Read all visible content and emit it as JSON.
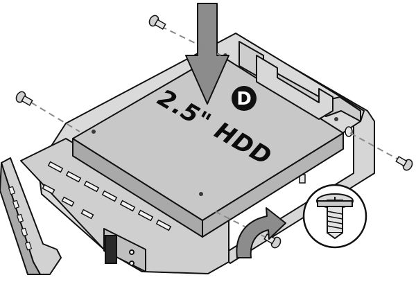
{
  "diagram": {
    "drive_label": "2.5\" HDD",
    "step_letter": "D"
  },
  "colors": {
    "outline": "#111111",
    "tray_fill": "#d9d9d9",
    "tray_shadow": "#a8a8a8",
    "drive_fill": "#c9c9c9",
    "drive_top": "#bdbdbd",
    "arrow_fill": "#8c8c8c",
    "callout_fill": "#111111",
    "dashed_line": "#8a8a8a",
    "background": "#ffffff"
  },
  "icons": [
    "down-arrow-icon",
    "curved-arrow-icon",
    "screw-icon",
    "screw-magnified-icon",
    "step-d-badge"
  ]
}
